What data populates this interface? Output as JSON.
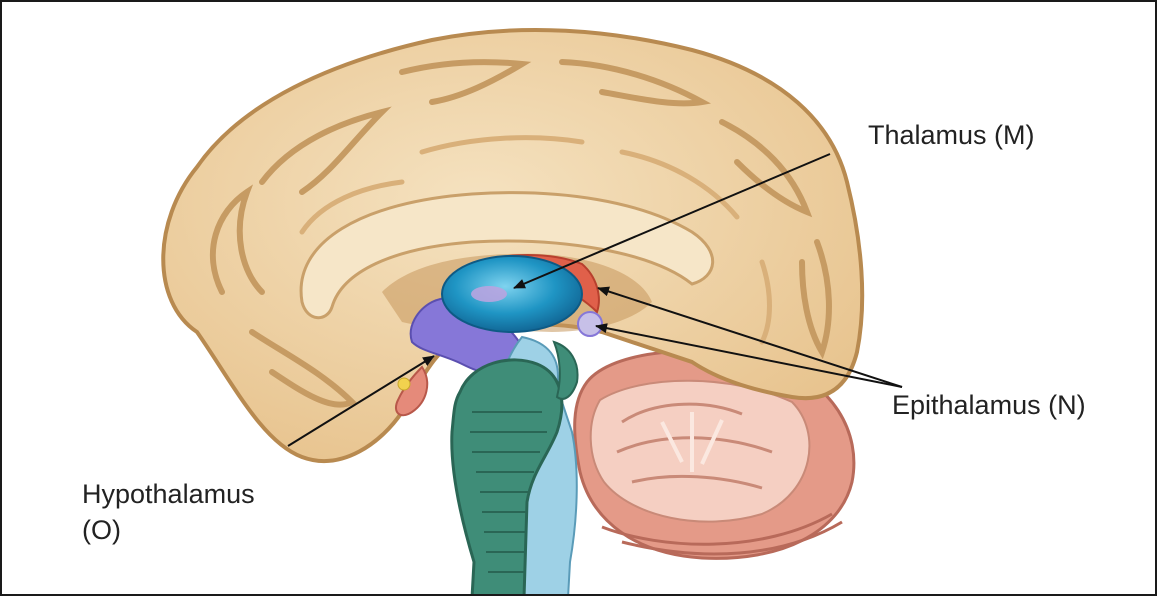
{
  "labels": {
    "thalamus": "Thalamus (M)",
    "epithalamus": "Epithalamus (N)",
    "hypothalamus_line1": "Hypothalamus",
    "hypothalamus_line2": "(O)"
  },
  "colors": {
    "cerebrum": "#efd3a4",
    "cerebrum_shadow": "#c69b63",
    "thalamus": "#1f7fae",
    "hypothalamus": "#8677d8",
    "epithalamus": "#e0604a",
    "brainstem": "#3f8d78",
    "cerebellum": "#e8a795",
    "arrow": "#111111"
  }
}
